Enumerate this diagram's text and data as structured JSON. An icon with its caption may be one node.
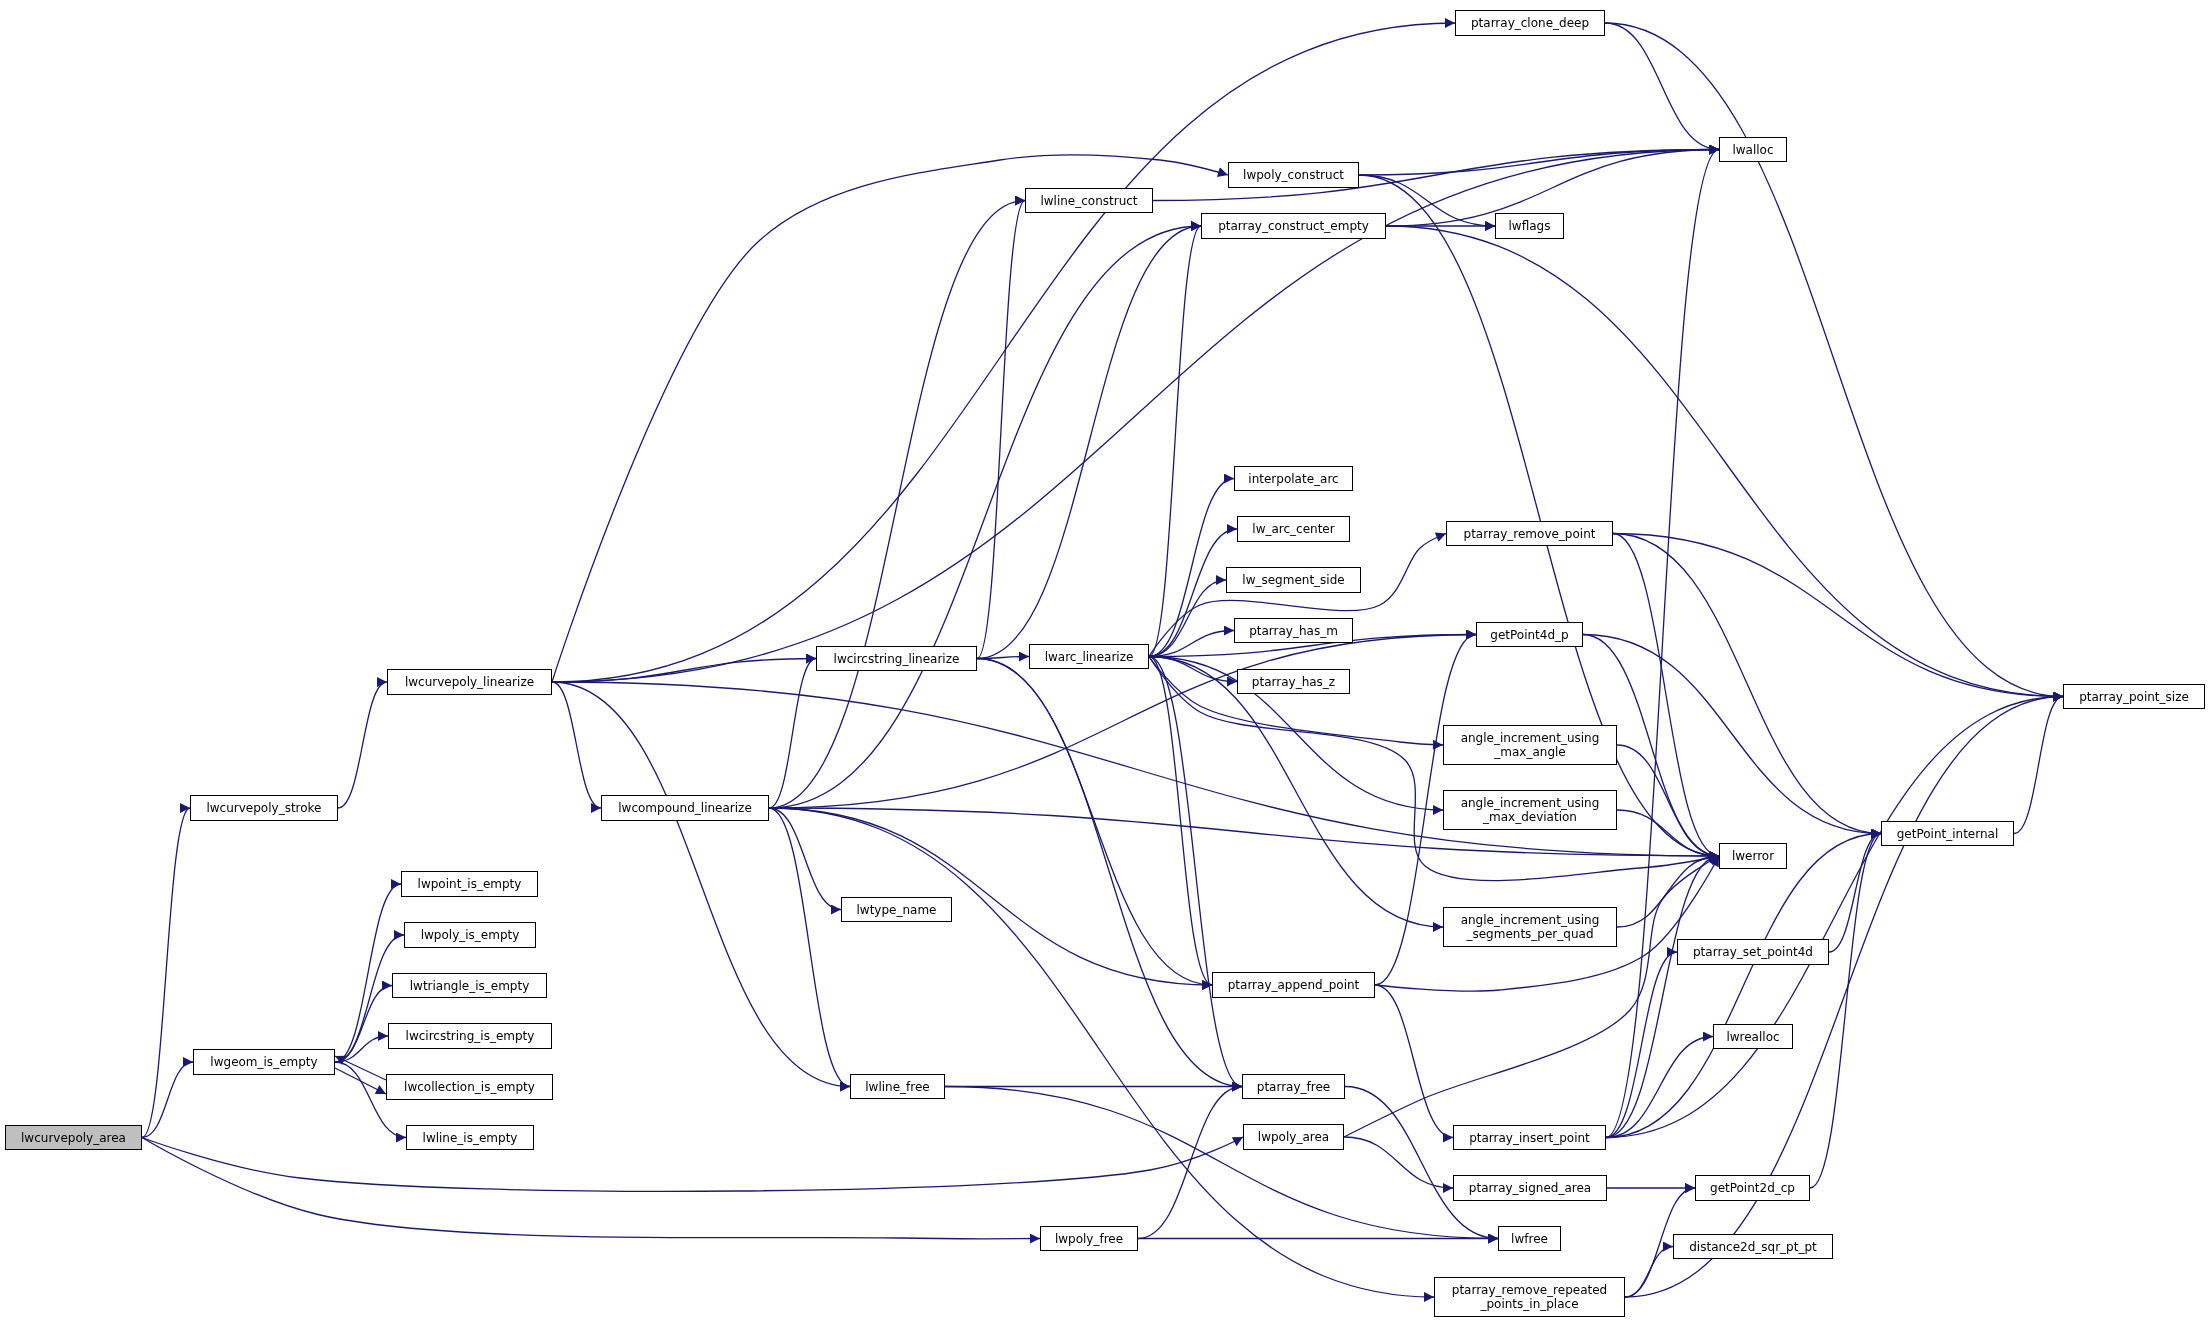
{
  "diagram": {
    "nodes": [
      {
        "text": [
          "lwcurvepoly_area"
        ]
      },
      {
        "text": [
          "lwcurvepoly_stroke"
        ]
      },
      {
        "text": [
          "lwcurvepoly_linearize"
        ]
      },
      {
        "text": [
          "ptarray_clone_deep"
        ]
      },
      {
        "text": [
          "lwalloc"
        ]
      },
      {
        "text": [
          "lwpoly_construct"
        ]
      },
      {
        "text": [
          "lwline_construct"
        ]
      },
      {
        "text": [
          "ptarray_construct_empty"
        ]
      },
      {
        "text": [
          "lwflags"
        ]
      },
      {
        "text": [
          "ptarray_remove_point"
        ]
      },
      {
        "text": [
          "interpolate_arc"
        ]
      },
      {
        "text": [
          "lw_arc_center"
        ]
      },
      {
        "text": [
          "lw_segment_side"
        ]
      },
      {
        "text": [
          "ptarray_has_m"
        ]
      },
      {
        "text": [
          "ptarray_has_z"
        ]
      },
      {
        "text": [
          "getPoint4d_p"
        ]
      },
      {
        "text": [
          "lwcircstring_linearize"
        ]
      },
      {
        "text": [
          "lwarc_linearize"
        ]
      },
      {
        "text": [
          "angle_increment_using _max_angle"
        ]
      },
      {
        "text": [
          "angle_increment_using _max_deviation"
        ]
      },
      {
        "text": [
          "angle_increment_using _segments_per_quad"
        ]
      },
      {
        "text": [
          "ptarray_point_size"
        ]
      },
      {
        "text": [
          "getPoint_internal"
        ]
      },
      {
        "text": [
          "lwerror"
        ]
      },
      {
        "text": [
          "lwcompound_linearize"
        ]
      },
      {
        "text": [
          "lwpoint_is_empty"
        ]
      },
      {
        "text": [
          "lwpoly_is_empty"
        ]
      },
      {
        "text": [
          "lwtriangle_is_empty"
        ]
      },
      {
        "text": [
          "lwcircstring_is_empty"
        ]
      },
      {
        "text": [
          "lwcollection_is_empty"
        ]
      },
      {
        "text": [
          "lwline_is_empty"
        ]
      },
      {
        "text": [
          "lwgeom_is_empty"
        ]
      },
      {
        "text": [
          "lwtype_name"
        ]
      },
      {
        "text": [
          "ptarray_append_point"
        ]
      },
      {
        "text": [
          "ptarray_set_point4d"
        ]
      },
      {
        "text": [
          "lwrealloc"
        ]
      },
      {
        "text": [
          "lwline_free"
        ]
      },
      {
        "text": [
          "ptarray_free"
        ]
      },
      {
        "text": [
          "lwpoly_area"
        ]
      },
      {
        "text": [
          "ptarray_insert_point"
        ]
      },
      {
        "text": [
          "ptarray_signed_area"
        ]
      },
      {
        "text": [
          "getPoint2d_cp"
        ]
      },
      {
        "text": [
          "lwfree"
        ]
      },
      {
        "text": [
          "lwpoly_free"
        ]
      },
      {
        "text": [
          "distance2d_sqr_pt_pt"
        ]
      },
      {
        "text": [
          "ptarray_remove_repeated _points_in_place"
        ]
      }
    ],
    "edges": [
      {
        "from": 0,
        "to": 1,
        "arrow": "to"
      },
      {
        "from": 0,
        "to": 31,
        "arrow": "to"
      },
      {
        "from": 0,
        "to": 38,
        "arrow": "to"
      },
      {
        "from": 0,
        "to": 43,
        "arrow": "to"
      },
      {
        "from": 1,
        "to": 2,
        "arrow": "to"
      },
      {
        "from": 2,
        "to": 3,
        "arrow": "to"
      },
      {
        "from": 2,
        "to": 4,
        "arrow": "to"
      },
      {
        "from": 2,
        "to": 5,
        "arrow": "to"
      },
      {
        "from": 2,
        "to": 16,
        "arrow": "to"
      },
      {
        "from": 2,
        "to": 24,
        "arrow": "to"
      },
      {
        "from": 2,
        "to": 23,
        "arrow": "to"
      },
      {
        "from": 2,
        "to": 36,
        "arrow": "to"
      },
      {
        "from": 24,
        "to": 6,
        "arrow": "to"
      },
      {
        "from": 24,
        "to": 7,
        "arrow": "to"
      },
      {
        "from": 24,
        "to": 16,
        "arrow": "to"
      },
      {
        "from": 24,
        "to": 15,
        "arrow": "to"
      },
      {
        "from": 24,
        "to": 32,
        "arrow": "to"
      },
      {
        "from": 24,
        "to": 33,
        "arrow": "to"
      },
      {
        "from": 24,
        "to": 23,
        "arrow": "to"
      },
      {
        "from": 24,
        "to": 36,
        "arrow": "to"
      },
      {
        "from": 24,
        "to": 45,
        "arrow": "to"
      },
      {
        "from": 16,
        "to": 17,
        "arrow": "to"
      },
      {
        "from": 16,
        "to": 6,
        "arrow": "to"
      },
      {
        "from": 16,
        "to": 7,
        "arrow": "to"
      },
      {
        "from": 16,
        "to": 37,
        "arrow": "to"
      },
      {
        "from": 16,
        "to": 33,
        "arrow": "to"
      },
      {
        "from": 17,
        "to": 10,
        "arrow": "to"
      },
      {
        "from": 17,
        "to": 11,
        "arrow": "to"
      },
      {
        "from": 17,
        "to": 12,
        "arrow": "to"
      },
      {
        "from": 17,
        "to": 13,
        "arrow": "to"
      },
      {
        "from": 17,
        "to": 14,
        "arrow": "to"
      },
      {
        "from": 17,
        "to": 7,
        "arrow": "to"
      },
      {
        "from": 17,
        "to": 15,
        "arrow": "to"
      },
      {
        "from": 17,
        "to": 9,
        "arrow": "to"
      },
      {
        "from": 17,
        "to": 23,
        "arrow": "to"
      },
      {
        "from": 17,
        "to": 18,
        "arrow": "to"
      },
      {
        "from": 17,
        "to": 19,
        "arrow": "to"
      },
      {
        "from": 17,
        "to": 20,
        "arrow": "to"
      },
      {
        "from": 17,
        "to": 33,
        "arrow": "to"
      },
      {
        "from": 17,
        "to": 37,
        "arrow": "to"
      },
      {
        "from": 3,
        "to": 4,
        "arrow": "to"
      },
      {
        "from": 3,
        "to": 21,
        "arrow": "to"
      },
      {
        "from": 5,
        "to": 4,
        "arrow": "to"
      },
      {
        "from": 5,
        "to": 8,
        "arrow": "to"
      },
      {
        "from": 5,
        "to": 23,
        "arrow": "to"
      },
      {
        "from": 6,
        "to": 4,
        "arrow": "to"
      },
      {
        "from": 7,
        "to": 8,
        "arrow": "to"
      },
      {
        "from": 7,
        "to": 4,
        "arrow": "to"
      },
      {
        "from": 7,
        "to": 21,
        "arrow": "to"
      },
      {
        "from": 9,
        "to": 23,
        "arrow": "to"
      },
      {
        "from": 9,
        "to": 22,
        "arrow": "to"
      },
      {
        "from": 9,
        "to": 21,
        "arrow": "to"
      },
      {
        "from": 15,
        "to": 23,
        "arrow": "to"
      },
      {
        "from": 15,
        "to": 22,
        "arrow": "to"
      },
      {
        "from": 18,
        "to": 23,
        "arrow": "to"
      },
      {
        "from": 19,
        "to": 23,
        "arrow": "to"
      },
      {
        "from": 20,
        "to": 23,
        "arrow": "to"
      },
      {
        "from": 22,
        "to": 21,
        "arrow": "to"
      },
      {
        "from": 33,
        "to": 15,
        "arrow": "to"
      },
      {
        "from": 33,
        "to": 23,
        "arrow": "to"
      },
      {
        "from": 33,
        "to": 39,
        "arrow": "to"
      },
      {
        "from": 39,
        "to": 23,
        "arrow": "to"
      },
      {
        "from": 39,
        "to": 34,
        "arrow": "to"
      },
      {
        "from": 39,
        "to": 35,
        "arrow": "to"
      },
      {
        "from": 39,
        "to": 22,
        "arrow": "to"
      },
      {
        "from": 39,
        "to": 21,
        "arrow": "to"
      },
      {
        "from": 39,
        "to": 4,
        "arrow": "to"
      },
      {
        "from": 34,
        "to": 22,
        "arrow": "to"
      },
      {
        "from": 36,
        "to": 37,
        "arrow": "to"
      },
      {
        "from": 36,
        "to": 42,
        "arrow": "to"
      },
      {
        "from": 43,
        "to": 37,
        "arrow": "to"
      },
      {
        "from": 43,
        "to": 42,
        "arrow": "to"
      },
      {
        "from": 37,
        "to": 42,
        "arrow": "to"
      },
      {
        "from": 38,
        "to": 40,
        "arrow": "to"
      },
      {
        "from": 38,
        "to": 23,
        "arrow": "to"
      },
      {
        "from": 40,
        "to": 41,
        "arrow": "to"
      },
      {
        "from": 41,
        "to": 22,
        "arrow": "to"
      },
      {
        "from": 45,
        "to": 41,
        "arrow": "to"
      },
      {
        "from": 45,
        "to": 44,
        "arrow": "to"
      },
      {
        "from": 45,
        "to": 21,
        "arrow": "to"
      },
      {
        "from": 31,
        "to": 25,
        "arrow": "to"
      },
      {
        "from": 31,
        "to": 26,
        "arrow": "to"
      },
      {
        "from": 31,
        "to": 27,
        "arrow": "to"
      },
      {
        "from": 31,
        "to": 28,
        "arrow": "to"
      },
      {
        "from": 31,
        "to": 29,
        "arrow": "to"
      },
      {
        "from": 31,
        "to": 30,
        "arrow": "to"
      },
      {
        "from": 29,
        "to": 31,
        "arrow": "to"
      }
    ]
  }
}
